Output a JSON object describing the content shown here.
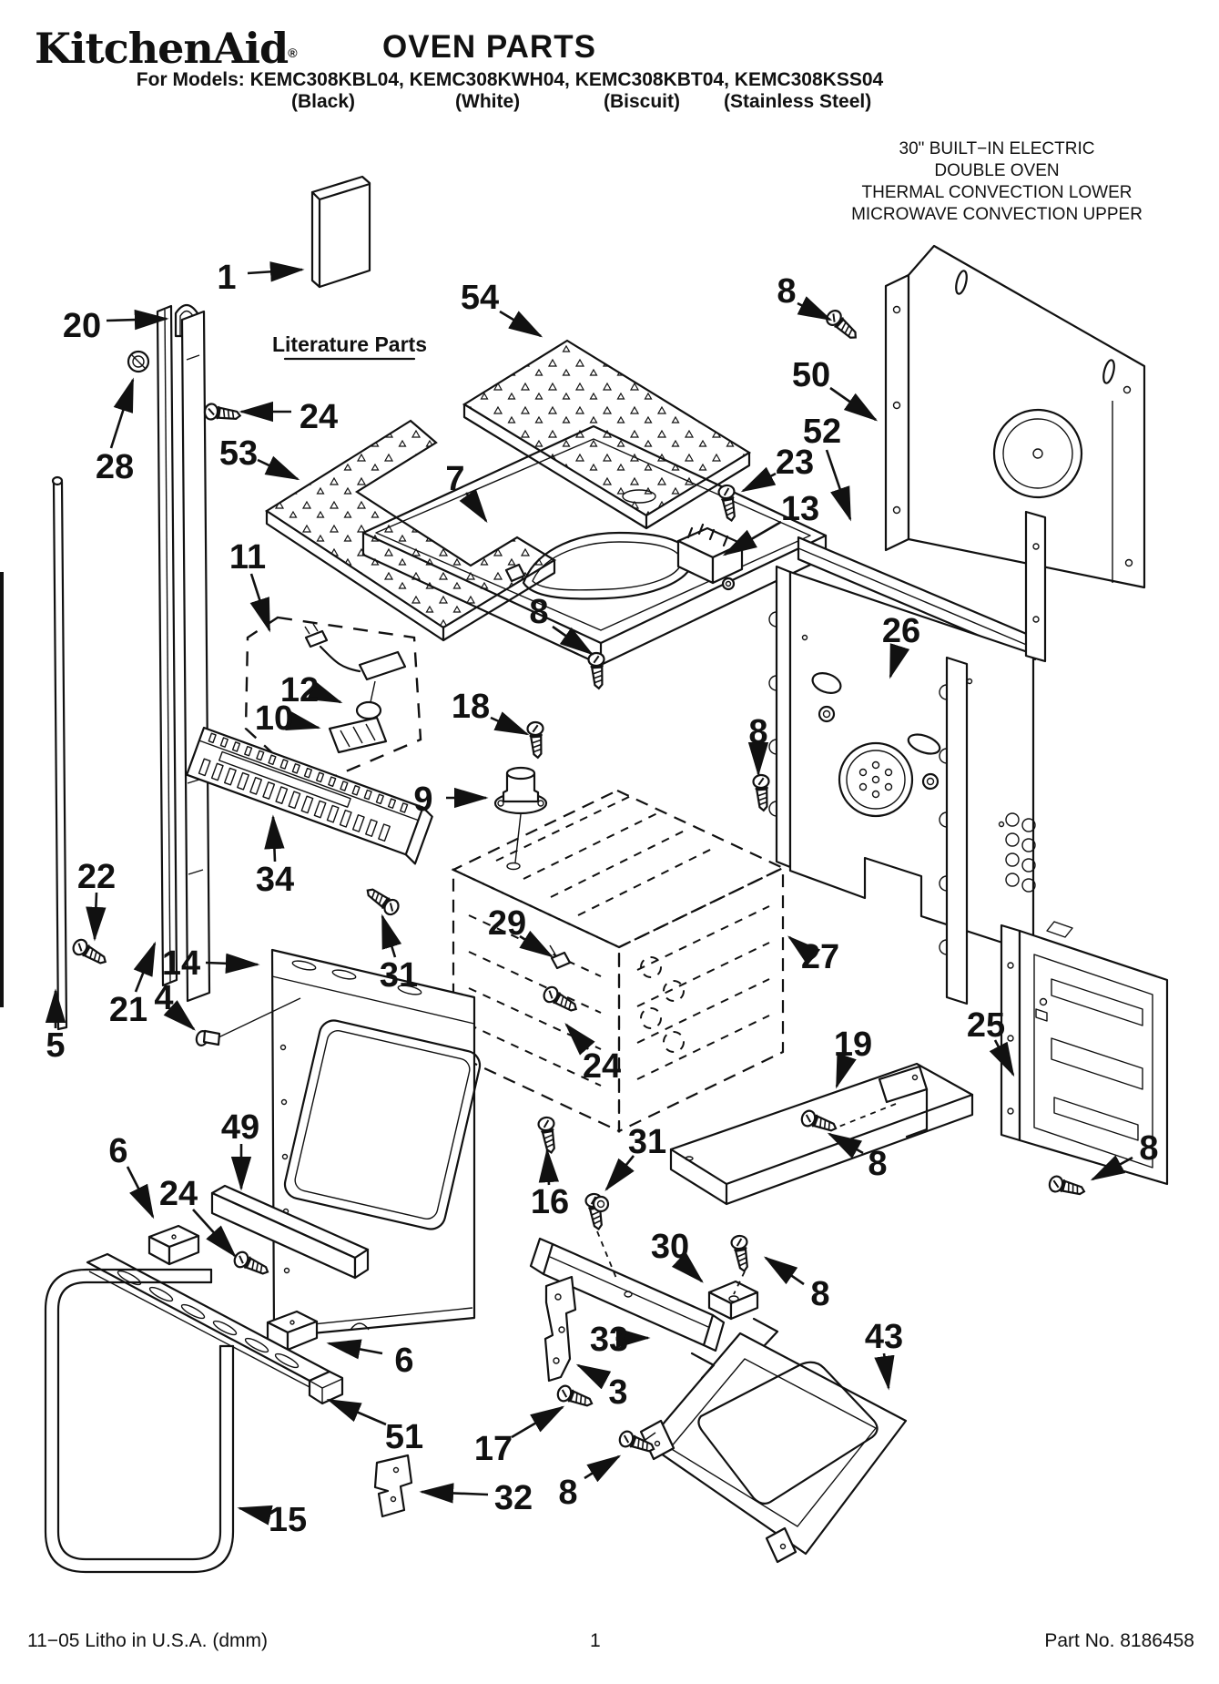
{
  "header": {
    "brand": "KitchenAid",
    "brand_reg": "®",
    "title": "OVEN PARTS",
    "models_line": "For Models: KEMC308KBL04, KEMC308KWH04, KEMC308KBT04, KEMC308KSS04",
    "colors": {
      "c1": "(Black)",
      "c2": "(White)",
      "c3": "(Biscuit)",
      "c4": "(Stainless Steel)"
    },
    "spec1": "30\" BUILT−IN ELECTRIC",
    "spec2": "DOUBLE OVEN",
    "spec3": "THERMAL CONVECTION LOWER",
    "spec4": "MICROWAVE CONVECTION UPPER"
  },
  "diagram": {
    "literature_label": "Literature Parts",
    "callouts": {
      "c1": "1",
      "c20": "20",
      "c24a": "24",
      "c28": "28",
      "c53": "53",
      "c54": "54",
      "c7": "7",
      "c8a": "8",
      "c50": "50",
      "c52": "52",
      "c23": "23",
      "c13": "13",
      "c11": "11",
      "c12": "12",
      "c10": "10",
      "c8b": "8",
      "c18": "18",
      "c9": "9",
      "c34": "34",
      "c29": "29",
      "c22": "22",
      "c21": "21",
      "c14": "14",
      "c4": "4",
      "c5": "5",
      "c26": "26",
      "c8c": "8",
      "c27": "27",
      "c31a": "31",
      "c24b": "24",
      "c19": "19",
      "c8d": "8",
      "c25": "25",
      "c8e": "8",
      "c49": "49",
      "c6a": "6",
      "c24c": "24",
      "c16": "16",
      "c31b": "31",
      "c30": "30",
      "c8f": "8",
      "c33": "33",
      "c3": "3",
      "c6b": "6",
      "c51": "51",
      "c17": "17",
      "c32": "32",
      "c15": "15",
      "c43": "43",
      "c8g": "8"
    }
  },
  "footer": {
    "left": "11−05 Litho in U.S.A. (dmm)",
    "page": "1",
    "right": "Part No. 8186458"
  }
}
